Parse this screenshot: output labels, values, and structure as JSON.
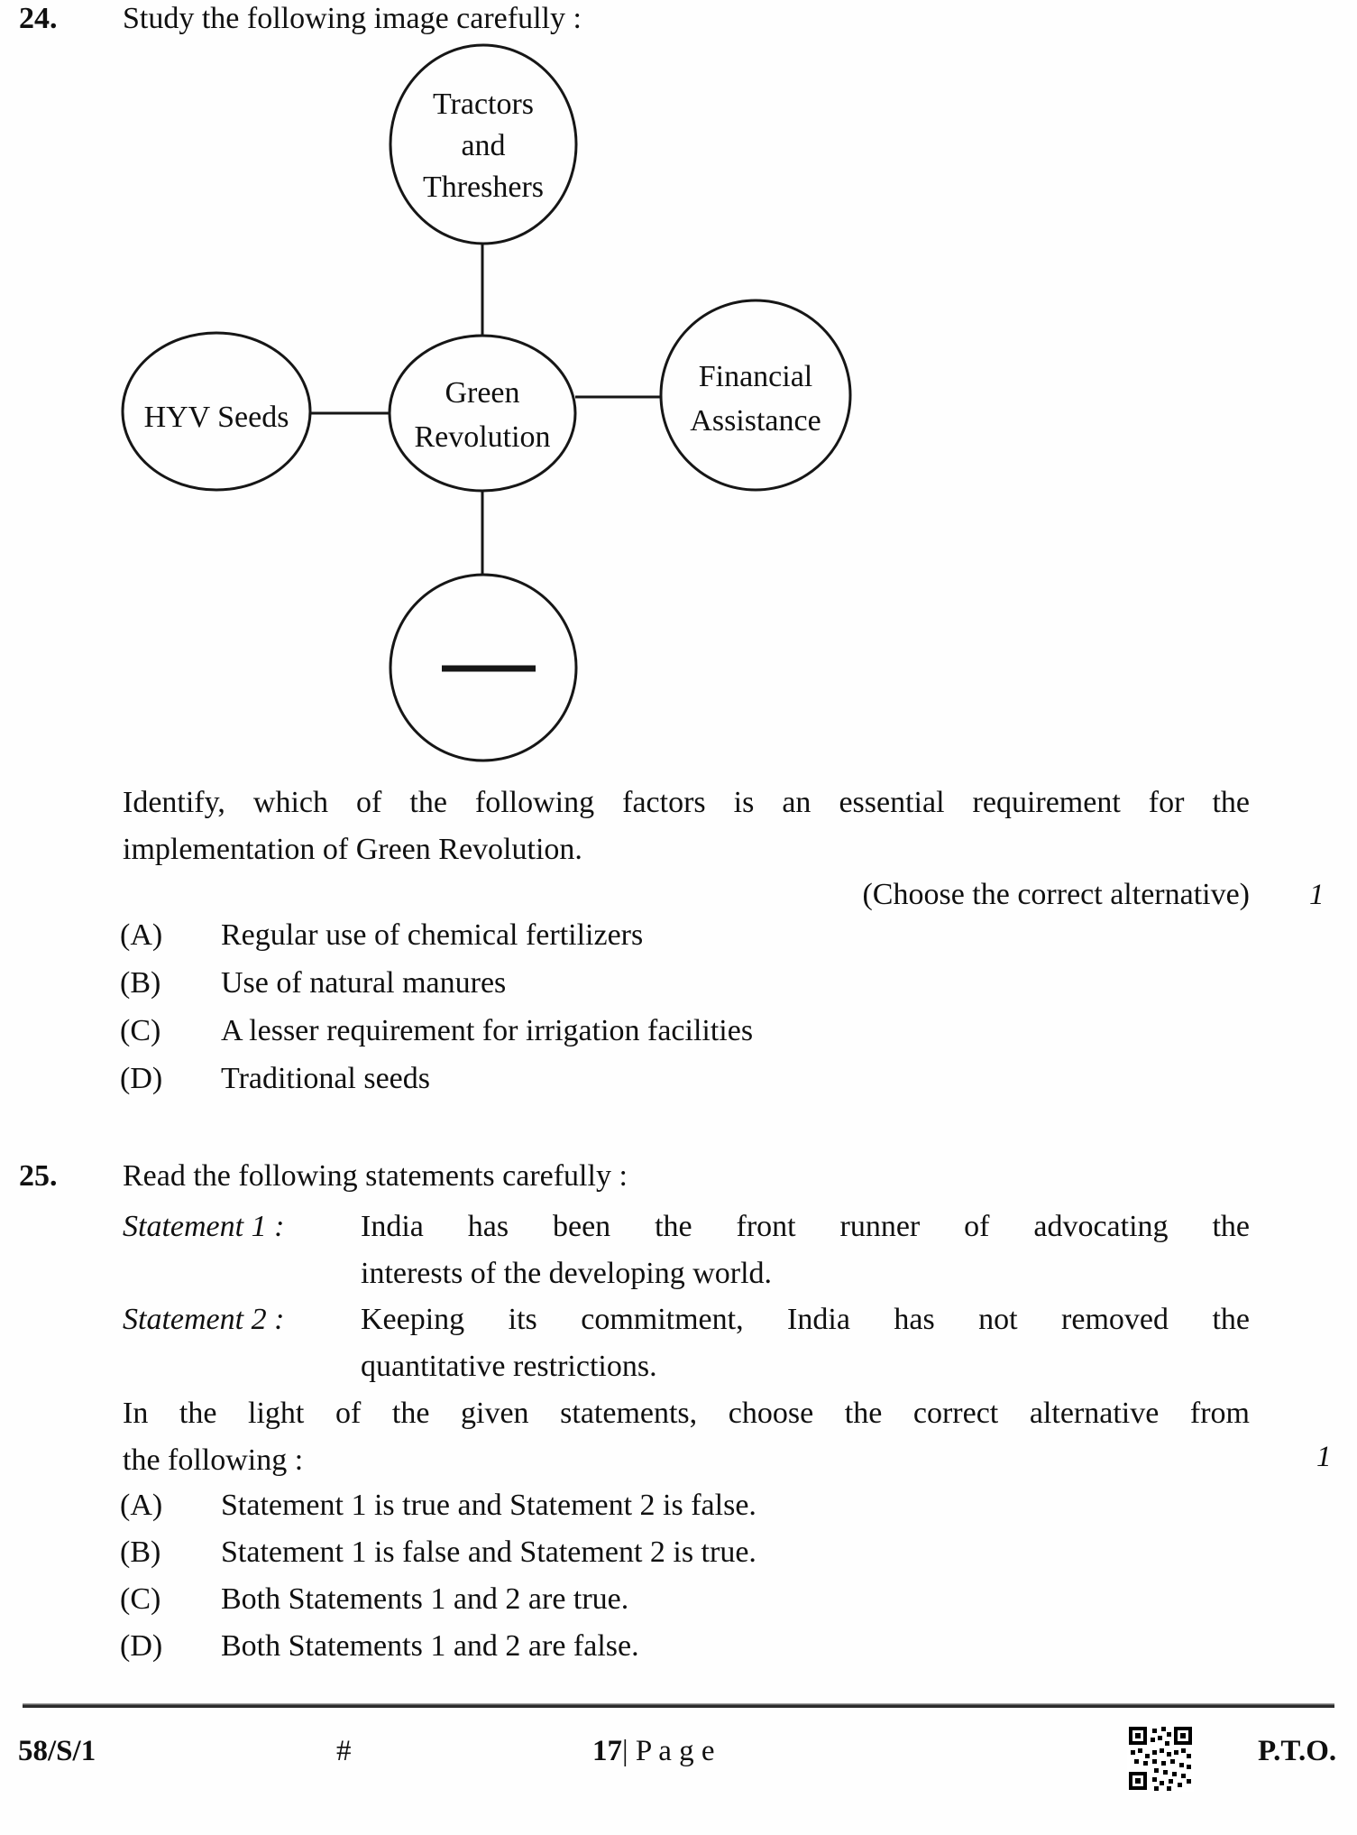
{
  "q24": {
    "number": "24.",
    "prompt": "Study the following image carefully :",
    "diagram": {
      "top_lines": [
        "Tractors",
        "and",
        "Threshers"
      ],
      "left_label": "HYV Seeds",
      "center_lines": [
        "Green",
        "Revolution"
      ],
      "right_lines": [
        "Financial",
        "Assistance"
      ]
    },
    "question_line1": "Identify, which of the following factors is an essential requirement for the",
    "question_line2": "implementation of Green Revolution.",
    "choose_note": "(Choose the correct alternative)",
    "marks": "1",
    "options": [
      {
        "label": "(A)",
        "text": "Regular use of chemical fertilizers"
      },
      {
        "label": "(B)",
        "text": "Use of natural manures"
      },
      {
        "label": "(C)",
        "text": "A lesser requirement for irrigation facilities"
      },
      {
        "label": "(D)",
        "text": "Traditional seeds"
      }
    ]
  },
  "q25": {
    "number": "25.",
    "prompt": "Read the following statements carefully :",
    "statements": [
      {
        "label": "Statement 1 :",
        "line1": "India has been the front runner of advocating the",
        "line2": "interests of the developing world."
      },
      {
        "label": "Statement 2 :",
        "line1": "Keeping its commitment, India has not removed the",
        "line2": "quantitative restrictions."
      }
    ],
    "closing_line1": "In the light of the given statements, choose the correct alternative from",
    "closing_line2": "the following :",
    "marks": "1",
    "options": [
      {
        "label": "(A)",
        "text": "Statement 1 is true and Statement 2 is false."
      },
      {
        "label": "(B)",
        "text": "Statement 1 is false and Statement 2 is true."
      },
      {
        "label": "(C)",
        "text": "Both Statements 1 and 2 are true."
      },
      {
        "label": "(D)",
        "text": "Both Statements 1 and 2 are false."
      }
    ]
  },
  "footer": {
    "paper_code": "58/S/1",
    "hash": "#",
    "page_number": "17",
    "separator": "|",
    "page_word": "P a g e",
    "pto": "P.T.O."
  }
}
